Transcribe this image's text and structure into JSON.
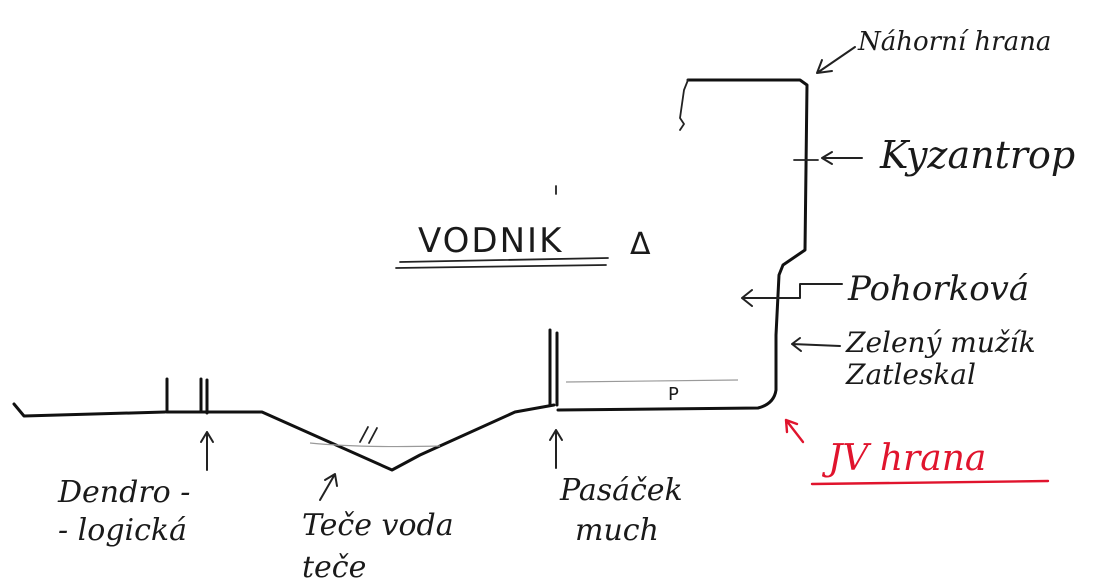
{
  "title": "VODNIK",
  "title_marker": "Δ",
  "parking_mark": "P",
  "accent_color": "#e0142d",
  "labels": {
    "nahorni_hrana": "Náhorní hrana",
    "kyzantrop": "Kyzantrop",
    "pohorkova": "Pohorková",
    "zeleny_muzik_1": "Zelený mužík",
    "zeleny_muzik_2": "Zatleskal",
    "jv_hrana": "JV hrana",
    "dendrologicka_1": "Dendro -",
    "dendrologicka_2": "- logická",
    "tece_voda_1": "Teče voda",
    "tece_voda_2": "teče",
    "pasacek_1": "Pasáček",
    "pasacek_2": "much"
  }
}
